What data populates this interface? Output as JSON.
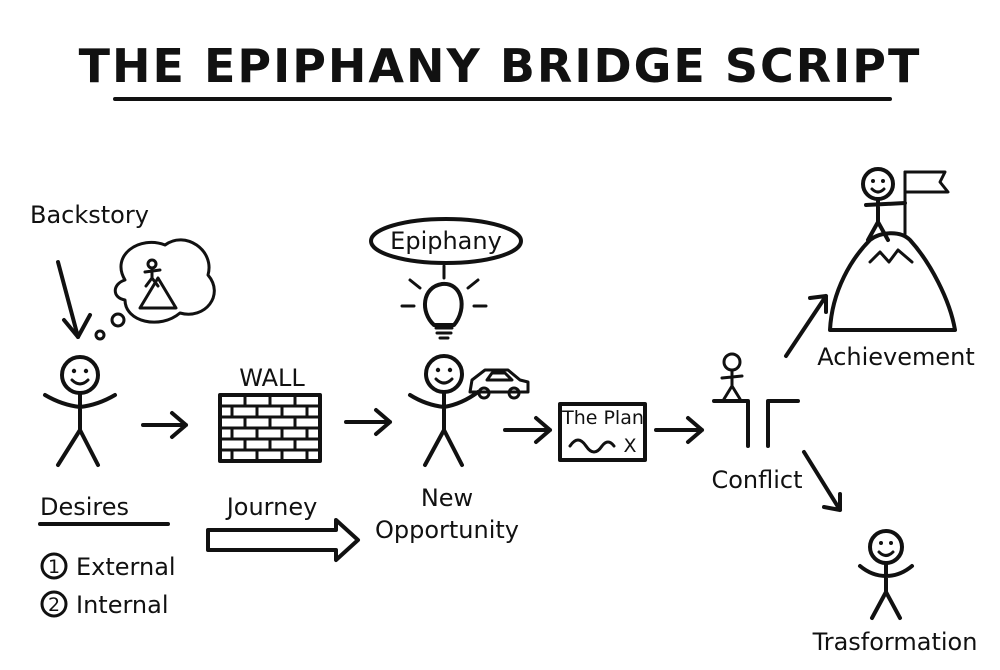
{
  "title": "THE EPIPHANY BRIDGE SCRIPT",
  "labels": {
    "backstory": "Backstory",
    "wall": "WALL",
    "epiphany": "Epiphany",
    "the_plan": "The Plan",
    "plan_x": "X",
    "desires": "Desires",
    "desire_1": "External",
    "desire_2": "Internal",
    "desire_1_num": "1",
    "desire_2_num": "2",
    "journey": "Journey",
    "new": "New",
    "opportunity": "Opportunity",
    "conflict": "Conflict",
    "achievement": "Achievement",
    "transformation": "Trasformation"
  }
}
